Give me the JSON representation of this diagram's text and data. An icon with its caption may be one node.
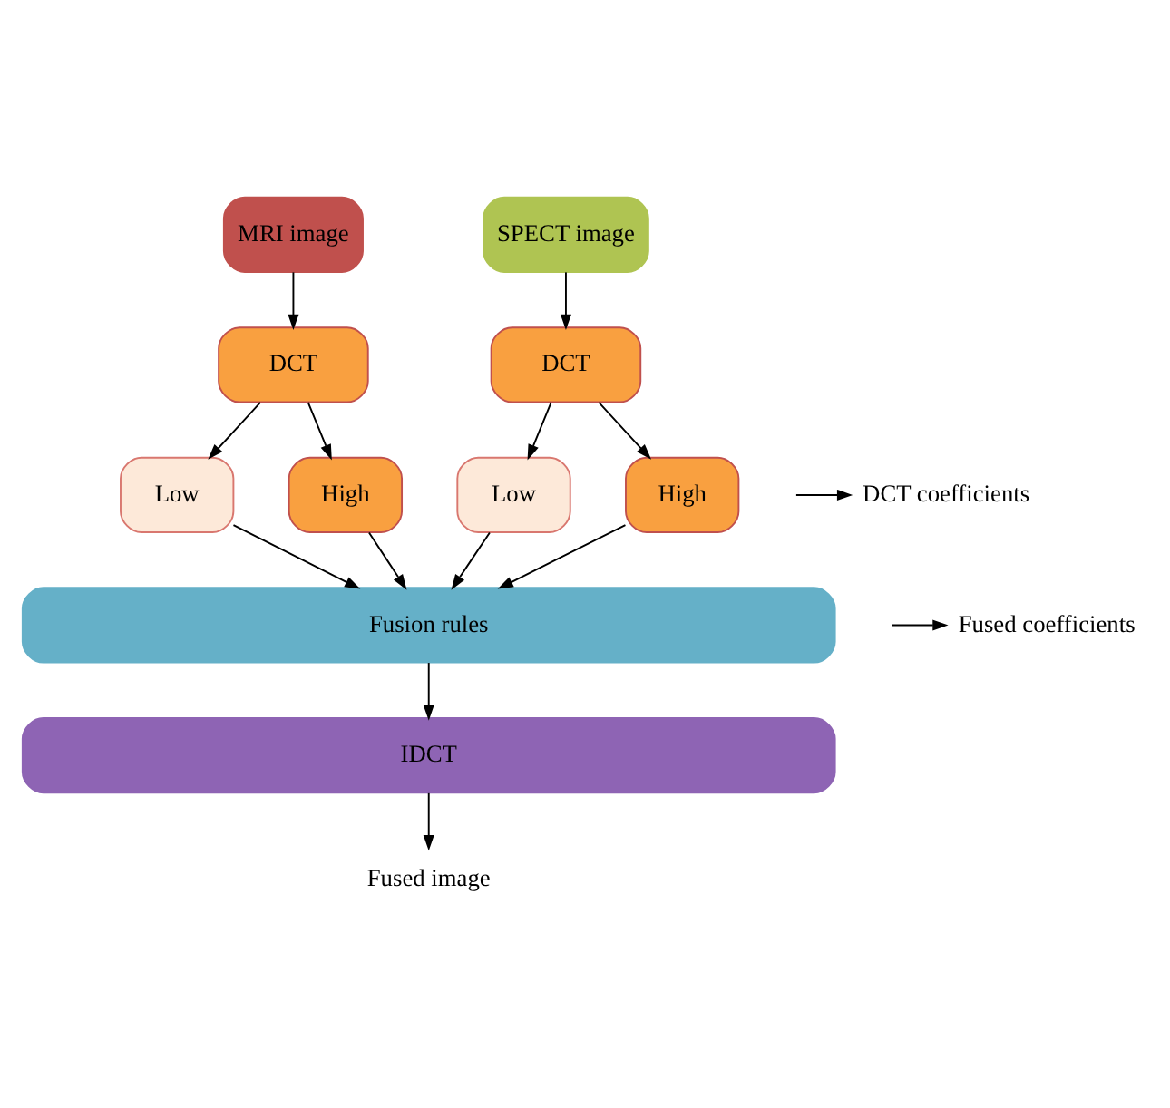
{
  "diagram": {
    "nodes": [
      {
        "text": [
          "MRI image"
        ]
      },
      {
        "text": [
          "SPECT image"
        ]
      },
      {
        "text": [
          "DCT"
        ]
      },
      {
        "text": [
          "DCT"
        ]
      },
      {
        "text": [
          "Low"
        ]
      },
      {
        "text": [
          "High"
        ]
      },
      {
        "text": [
          "Low"
        ]
      },
      {
        "text": [
          "High"
        ]
      },
      {
        "text": [
          "DCT coefficients"
        ]
      },
      {
        "text": [
          "Fusion rules"
        ]
      },
      {
        "text": [
          "Fused coefficients"
        ]
      },
      {
        "text": [
          "IDCT"
        ]
      },
      {
        "text": [
          "Fused image"
        ]
      }
    ],
    "edges": [
      {
        "from": 0,
        "to": 2,
        "arrow": "to"
      },
      {
        "from": 1,
        "to": 3,
        "arrow": "to"
      },
      {
        "from": 2,
        "to": 4,
        "arrow": "to"
      },
      {
        "from": 2,
        "to": 5,
        "arrow": "to"
      },
      {
        "from": 3,
        "to": 6,
        "arrow": "to"
      },
      {
        "from": 3,
        "to": 7,
        "arrow": "to"
      },
      {
        "from": 4,
        "to": 9,
        "arrow": "to"
      },
      {
        "from": 5,
        "to": 9,
        "arrow": "to"
      },
      {
        "from": 6,
        "to": 9,
        "arrow": "to"
      },
      {
        "from": 7,
        "to": 9,
        "arrow": "to"
      },
      {
        "from": null,
        "to": 8,
        "arrow": "to"
      },
      {
        "from": null,
        "to": 10,
        "arrow": "to"
      },
      {
        "from": 9,
        "to": 11,
        "arrow": "to"
      },
      {
        "from": 11,
        "to": 12,
        "arrow": "to"
      }
    ]
  }
}
